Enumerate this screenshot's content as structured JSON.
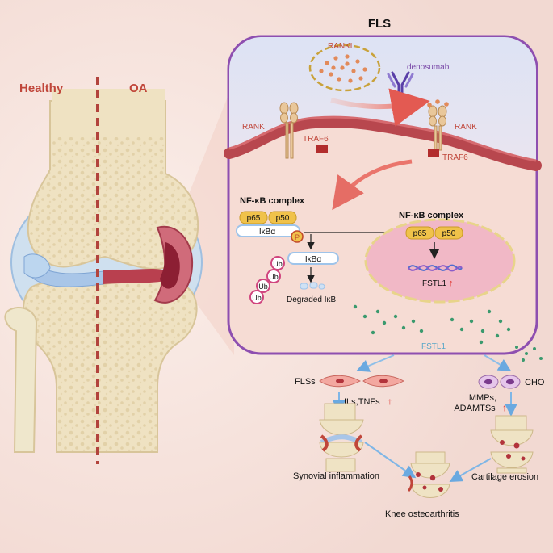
{
  "left_panel": {
    "healthy_label": "Healthy",
    "oa_label": "OA"
  },
  "fls_panel": {
    "title": "FLS",
    "rankl": "RANKL",
    "denosumab": "denosumab",
    "rank_left": "RANK",
    "rank_right": "RANK",
    "traf6_left": "TRAF6",
    "traf6_right": "TRAF6",
    "nfkb_complex_left": "NF-κB complex",
    "nfkb_complex_right": "NF-κB complex",
    "p65": "p65",
    "p50": "p50",
    "ikba": "IκBα",
    "phospho": "P",
    "ub": "Ub",
    "degraded": "Degraded IκB",
    "fstl1_gene": "FSTL1",
    "fstl1_secreted": "FSTL1",
    "up_arrow": "↑"
  },
  "effects": {
    "fls_cells": "FLSs",
    "cho": "CHO",
    "ils_tnfs": "ILs,TNFs",
    "mmps": "MMPs,",
    "adamts": "ADAMTSs",
    "synovial": "Synovial inflammation",
    "cartilage": "Cartilage erosion",
    "knee_oa": "Knee osteoarthritis"
  },
  "colors": {
    "label_red": "#c0463a",
    "membrane": "#b8474e",
    "panel_border": "#8e4fb0",
    "cytoplasm": "#f6dcd4",
    "upper_bg": "#dfe3f3",
    "bone": "#efe3c4",
    "cartilage_blue": "#a9c6e8",
    "protein_yellow": "#f0c24a",
    "ub_pink": "#d0457e",
    "fstl1_green": "#3b9a6e",
    "fstl1_text": "#5aa7c8",
    "arrow_blue": "#7fb6e6"
  }
}
